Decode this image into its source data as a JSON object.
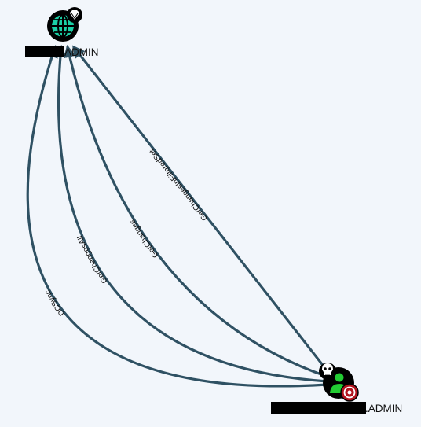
{
  "graph": {
    "background": "#f2f6fb",
    "edge_color": "#2f5163",
    "nodes": {
      "domain": {
        "label_suffix": "ADMIN",
        "icon": "globe-icon",
        "badge": "crown-badge-icon",
        "fill": "#1ad0a6"
      },
      "user": {
        "label_suffix": ".ADMIN",
        "icon": "user-icon",
        "badges": [
          "skull-icon",
          "target-icon"
        ],
        "fill": "#22cc33"
      }
    },
    "edges": [
      {
        "label": "GetChangesInFilteredSet"
      },
      {
        "label": "GetChanges"
      },
      {
        "label": "GetChangesAll"
      },
      {
        "label": "DCSync"
      }
    ]
  }
}
